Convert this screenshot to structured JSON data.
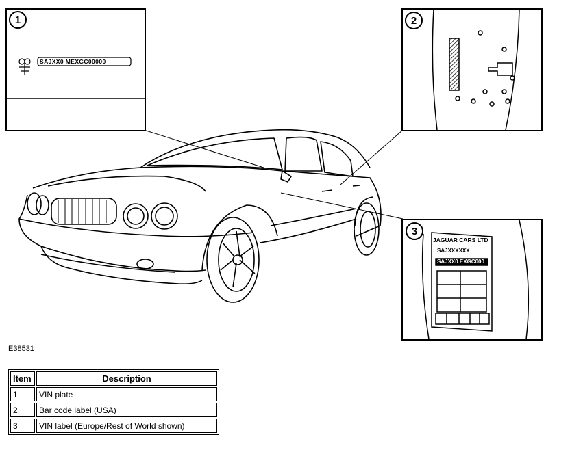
{
  "figure_id": "E38531",
  "callouts": [
    "1",
    "2",
    "3"
  ],
  "vin_plate_text": "SAJXX0 MEXGC00000",
  "vin_label": {
    "manufacturer": "JAGUAR CARS LTD",
    "rows": [
      "SAJXXXXXX",
      "SAJXX0 EXGC000"
    ]
  },
  "legend": {
    "headers": {
      "item": "Item",
      "description": "Description"
    },
    "rows": [
      {
        "item": "1",
        "description": "VIN plate"
      },
      {
        "item": "2",
        "description": "Bar code label (USA)"
      },
      {
        "item": "3",
        "description": "VIN label (Europe/Rest of World shown)"
      }
    ]
  }
}
